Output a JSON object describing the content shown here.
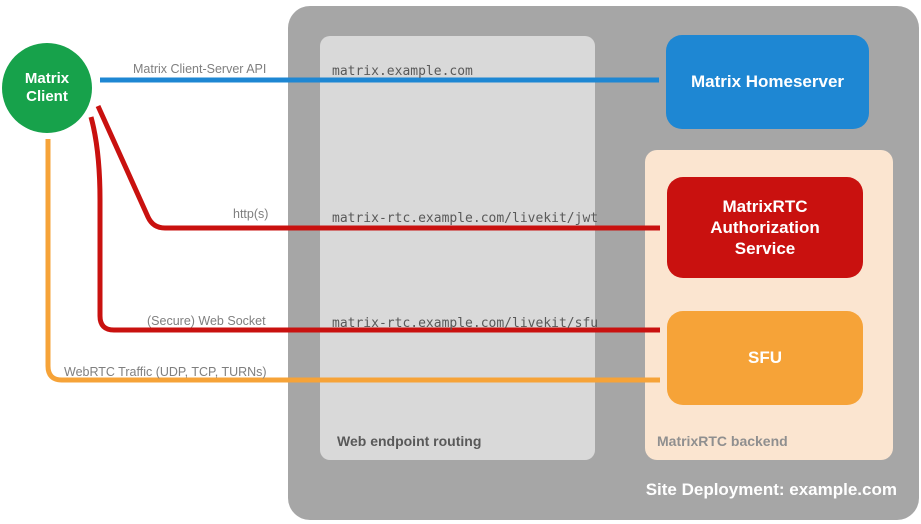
{
  "title": "Site Deployment: example.com",
  "client": {
    "label": "Matrix Client"
  },
  "homeserver": {
    "label": "Matrix Homeserver"
  },
  "auth_service": {
    "label": "MatrixRTC Authorization Service"
  },
  "sfu": {
    "label": "SFU"
  },
  "routing_box": {
    "label": "Web endpoint routing",
    "endpoints": {
      "homeserver": "matrix.example.com",
      "jwt": "matrix-rtc.example.com/livekit/jwt",
      "sfu": "matrix-rtc.example.com/livekit/sfu"
    }
  },
  "backend_box": {
    "label": "MatrixRTC backend"
  },
  "arrows": {
    "client_server_api": "Matrix Client-Server API",
    "https": "http(s)",
    "websocket": "(Secure) Web Socket",
    "webrtc": "WebRTC Traffic (UDP, TCP, TURNs)"
  },
  "colors": {
    "client_green": "#17a24b",
    "homeserver_blue": "#1e87d3",
    "auth_red": "#c9110f",
    "sfu_orange": "#f6a338",
    "backend_peach": "#fbe5d0",
    "deployment_gray": "#a6a6a6",
    "routing_gray": "#d9d9d9"
  }
}
